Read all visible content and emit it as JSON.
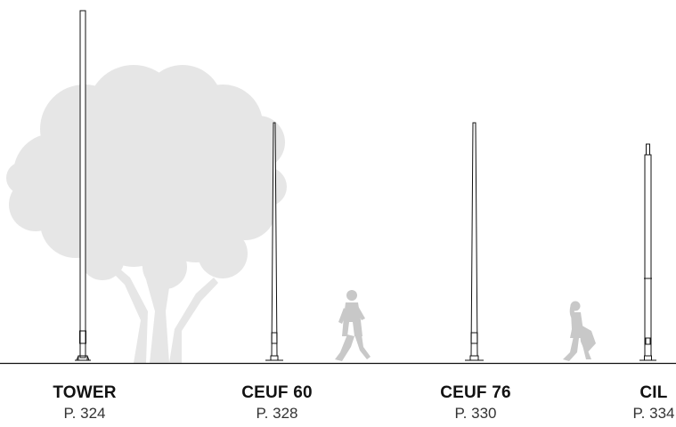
{
  "colors": {
    "line": "#111111",
    "silhouette": "#c8c8c8",
    "tree": "#e6e6e6",
    "background": "#ffffff"
  },
  "products": [
    {
      "name": "TOWER",
      "page": "P. 324"
    },
    {
      "name": "CEUF 60",
      "page": "P. 328"
    },
    {
      "name": "CEUF 76",
      "page": "P. 330"
    },
    {
      "name": "CIL",
      "page": "P. 334"
    }
  ],
  "icons": {
    "tree": "tree-silhouette",
    "person1": "walking-man-silhouette",
    "person2": "walking-woman-with-bags-silhouette"
  }
}
